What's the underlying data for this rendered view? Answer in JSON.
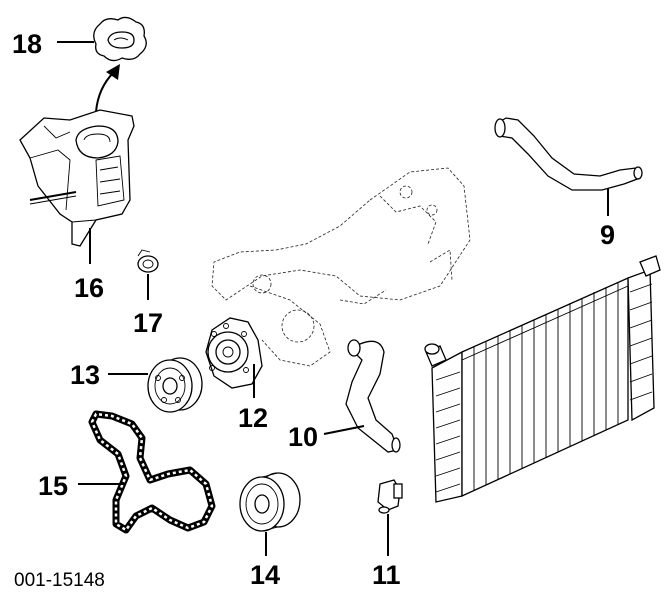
{
  "figure_id": "001-15148",
  "callouts": {
    "c18": "18",
    "c16": "16",
    "c17": "17",
    "c13": "13",
    "c12": "12",
    "c15": "15",
    "c14": "14",
    "c10": "10",
    "c11": "11",
    "c9": "9"
  }
}
